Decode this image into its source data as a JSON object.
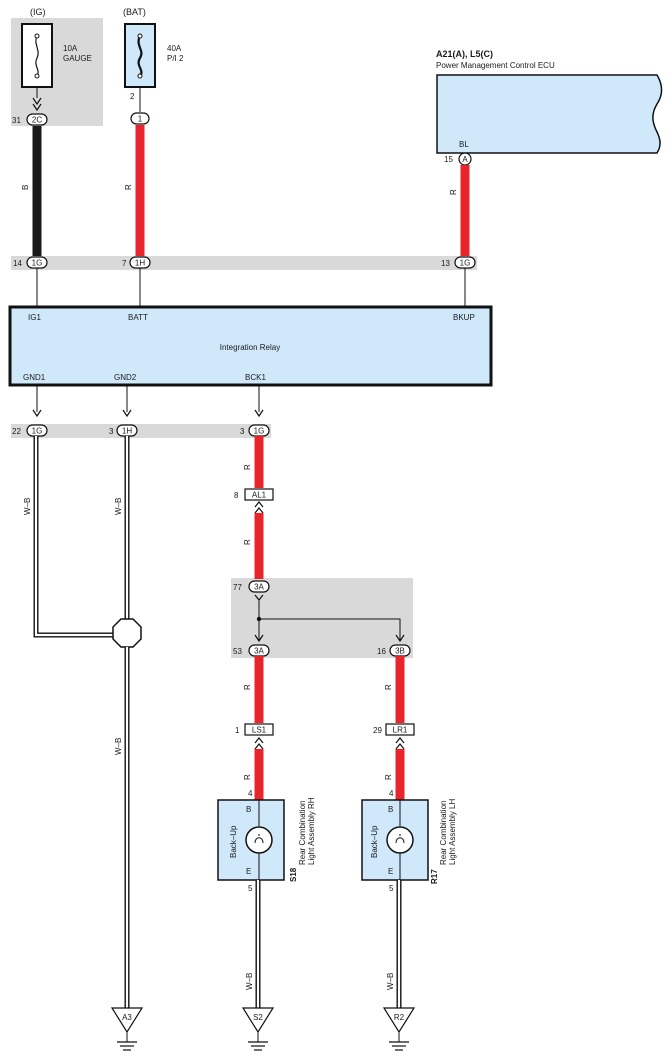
{
  "fuses": {
    "ig": {
      "header": "(IG)",
      "rating": "10A",
      "name": "GAUGE",
      "pin": "31",
      "conn": "2C"
    },
    "bat": {
      "header": "(BAT)",
      "rating": "40A",
      "name": "P/I 2",
      "pin_top": "2",
      "conn": "1"
    }
  },
  "ecu": {
    "code": "A21(A), L5(C)",
    "name": "Power Management Control ECU",
    "pin_name": "BL",
    "pin": "15",
    "conn": "A"
  },
  "wires_top": {
    "ig": "B",
    "bat": "R",
    "ecu": "R"
  },
  "top_connectors": [
    {
      "pin": "14",
      "conn": "1G"
    },
    {
      "pin": "7",
      "conn": "1H"
    },
    {
      "pin": "13",
      "conn": "1G"
    }
  ],
  "relay": {
    "title": "Integration Relay",
    "pins": {
      "ig1": "IG1",
      "batt": "BATT",
      "bkup": "BKUP",
      "gnd1": "GND1",
      "gnd2": "GND2",
      "bck1": "BCK1"
    }
  },
  "bottom_connectors": [
    {
      "pin": "22",
      "conn": "1G"
    },
    {
      "pin": "3",
      "conn": "1H"
    },
    {
      "pin": "3",
      "conn": "1G"
    }
  ],
  "wires_mid": {
    "gnd1": "W–B",
    "gnd2": "W–B",
    "gnd_merged": "W–B",
    "bck_1": "R",
    "bck_2": "R"
  },
  "al1": {
    "pin": "8",
    "conn": "AL1"
  },
  "junction": {
    "in": {
      "pin": "77",
      "conn": "3A"
    },
    "out_a": {
      "pin": "53",
      "conn": "3A"
    },
    "out_b": {
      "pin": "16",
      "conn": "3B"
    }
  },
  "wires_low": {
    "a1": "R",
    "a2": "R",
    "b1": "R",
    "b2": "R"
  },
  "ls1": {
    "pin": "1",
    "conn": "LS1"
  },
  "lr1": {
    "pin": "29",
    "conn": "LR1"
  },
  "lamps": [
    {
      "code": "S18",
      "name1": "Rear Combination",
      "name2": "Light Assembly RH",
      "bulb": "Back–Up",
      "pin_b": "B",
      "pin_e": "E",
      "pin_in": "4",
      "pin_out": "5",
      "wire": "W–B",
      "ground": "S2"
    },
    {
      "code": "R17",
      "name1": "Rear Combination",
      "name2": "Light Assembly LH",
      "bulb": "Back–Up",
      "pin_b": "B",
      "pin_e": "E",
      "pin_in": "4",
      "pin_out": "5",
      "wire": "W–B",
      "ground": "R2"
    }
  ],
  "ground_a3": "A3",
  "colors": {
    "red_wire": "#e8252b",
    "black_wire": "#1a1a1a",
    "component_fill": "#cfe9fb",
    "gray_band": "#d9d9da"
  }
}
